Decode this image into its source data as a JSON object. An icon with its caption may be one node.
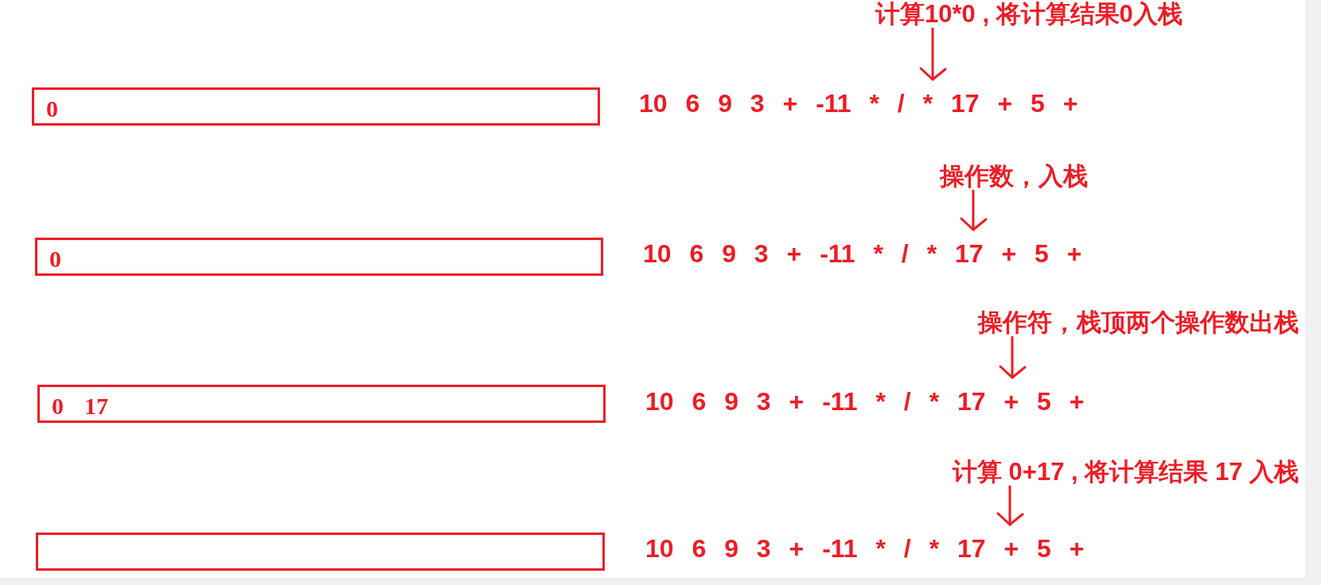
{
  "diagram": {
    "nodes": [
      {
        "text": [
          "计算10*0 , 将计算结果0入栈"
        ]
      },
      {
        "text": [
          "0"
        ]
      },
      {
        "text": [
          "10 6 9 3 + -11 * / * 17 + 5 +"
        ]
      },
      {
        "text": [
          "操作数，入栈"
        ]
      },
      {
        "text": [
          "0"
        ]
      },
      {
        "text": [
          "10 6 9 3 + -11 * / * 17 + 5 +"
        ]
      },
      {
        "text": [
          "操作符，栈顶两个操作数出栈"
        ]
      },
      {
        "text": [
          "0",
          "17"
        ]
      },
      {
        "text": [
          "10 6 9 3 + -11 * / * 17 + 5 +"
        ]
      },
      {
        "text": [
          "计算 0+17 , 将计算结果 17 入栈"
        ]
      },
      {
        "text": [],
        "shape": "box"
      },
      {
        "text": [
          "10 6 9 3 + -11 * / * 17 + 5 +"
        ]
      }
    ],
    "edges": [
      {
        "from": 0,
        "to": 2,
        "arrow": "to"
      },
      {
        "from": 3,
        "to": 5,
        "arrow": "to"
      },
      {
        "from": 6,
        "to": 8,
        "arrow": "to"
      },
      {
        "from": 9,
        "to": 11,
        "arrow": "to"
      }
    ]
  }
}
